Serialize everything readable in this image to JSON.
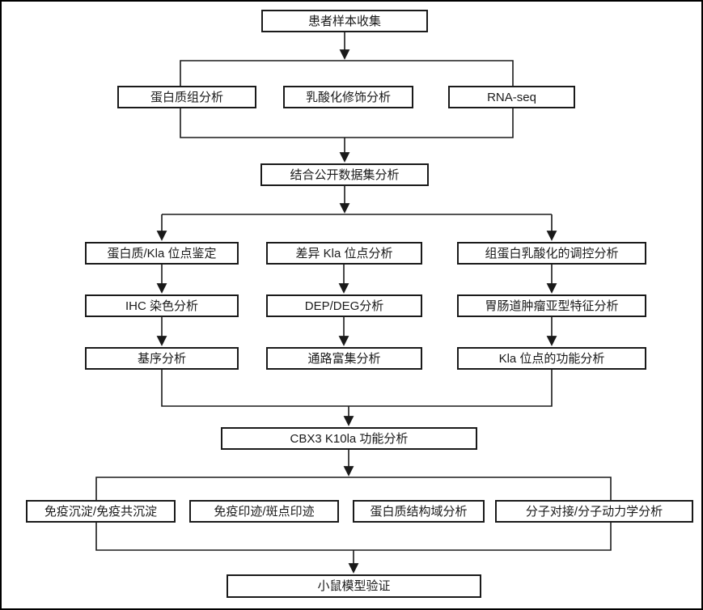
{
  "diagram": {
    "type": "flowchart",
    "colors": {
      "background": "#ffffff",
      "box_fill": "#ffffff",
      "box_border": "#1a1a1a",
      "connector": "#1a1a1a",
      "text": "#1a1a1a",
      "outer_border": "#000000"
    },
    "nodes": {
      "patient_sample_collection": "患者样本收集",
      "proteomics_analysis": "蛋白质组分析",
      "lactylation_modification_analysis": "乳酸化修饰分析",
      "rna_seq": "RNA-seq",
      "combined_public_dataset_analysis": "结合公开数据集分析",
      "protein_kla_site_identification": "蛋白质/Kla 位点鉴定",
      "differential_kla_site_analysis": "差异 Kla 位点分析",
      "histone_lactylation_regulation_analysis": "组蛋白乳酸化的调控分析",
      "ihc_staining_analysis": "IHC 染色分析",
      "dep_deg_analysis": "DEP/DEG分析",
      "gi_tumor_subtype_feature_analysis": "胃肠道肿瘤亚型特征分析",
      "motif_analysis": "基序分析",
      "pathway_enrichment_analysis": "通路富集分析",
      "kla_site_function_analysis": "Kla 位点的功能分析",
      "cbx3_k10la_function_analysis": "CBX3 K10la 功能分析",
      "immunoprecipitation_coip": "免疫沉淀/免疫共沉淀",
      "western_blot_dot_blot": "免疫印迹/斑点印迹",
      "protein_domain_analysis": "蛋白质结构域分析",
      "molecular_docking_dynamics_analysis": "分子对接/分子动力学分析",
      "mouse_model_validation": "小鼠模型验证"
    }
  }
}
